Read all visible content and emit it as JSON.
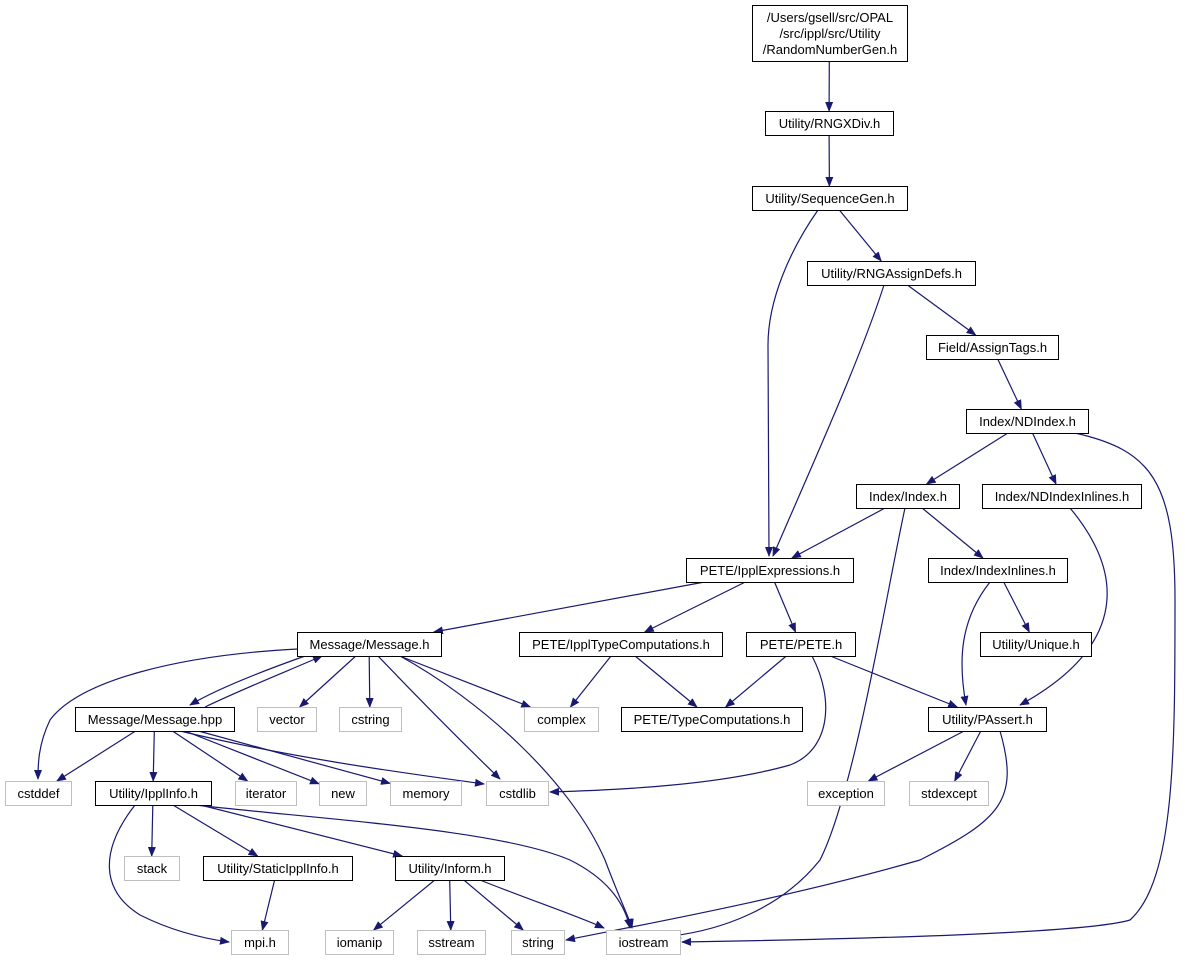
{
  "colors": {
    "edge": "#191970",
    "node_border": "#000000",
    "external_border": "#bfbfbf",
    "root_fill": "#bfbfbf",
    "node_fill": "#ffffff",
    "text": "#000000"
  },
  "nodes": {
    "root": {
      "lines": [
        "/Users/gsell/src/OPAL",
        "/src/ippl/src/Utility",
        "/RandomNumberGen.h"
      ]
    },
    "rngxdiv": {
      "label": "Utility/RNGXDiv.h"
    },
    "seqgen": {
      "label": "Utility/SequenceGen.h"
    },
    "rngassign": {
      "label": "Utility/RNGAssignDefs.h"
    },
    "assigntags": {
      "label": "Field/AssignTags.h"
    },
    "ndindex": {
      "label": "Index/NDIndex.h"
    },
    "index": {
      "label": "Index/Index.h"
    },
    "ndinline": {
      "label": "Index/NDIndexInlines.h"
    },
    "ipplexpr": {
      "label": "PETE/IpplExpressions.h"
    },
    "indexinline": {
      "label": "Index/IndexInlines.h"
    },
    "message": {
      "label": "Message/Message.h"
    },
    "ippltypecomp": {
      "label": "PETE/IpplTypeComputations.h"
    },
    "pete": {
      "label": "PETE/PETE.h"
    },
    "unique": {
      "label": "Utility/Unique.h"
    },
    "messagehpp": {
      "label": "Message/Message.hpp"
    },
    "vector": {
      "label": "vector"
    },
    "cstring": {
      "label": "cstring"
    },
    "complex": {
      "label": "complex"
    },
    "typecomp": {
      "label": "PETE/TypeComputations.h"
    },
    "passert": {
      "label": "Utility/PAssert.h"
    },
    "cstddef": {
      "label": "cstddef"
    },
    "ipplinfo": {
      "label": "Utility/IpplInfo.h"
    },
    "iterator": {
      "label": "iterator"
    },
    "new": {
      "label": "new"
    },
    "memory": {
      "label": "memory"
    },
    "cstdlib": {
      "label": "cstdlib"
    },
    "exception": {
      "label": "exception"
    },
    "stdexcept": {
      "label": "stdexcept"
    },
    "stack": {
      "label": "stack"
    },
    "staticippl": {
      "label": "Utility/StaticIpplInfo.h"
    },
    "inform": {
      "label": "Utility/Inform.h"
    },
    "mpi": {
      "label": "mpi.h"
    },
    "iomanip": {
      "label": "iomanip"
    },
    "sstream": {
      "label": "sstream"
    },
    "string": {
      "label": "string"
    },
    "iostream": {
      "label": "iostream"
    }
  },
  "edges": [
    [
      "root",
      "rngxdiv"
    ],
    [
      "rngxdiv",
      "seqgen"
    ],
    [
      "seqgen",
      "rngassign"
    ],
    [
      "seqgen",
      "ipplexpr"
    ],
    [
      "rngassign",
      "assigntags"
    ],
    [
      "rngassign",
      "ipplexpr"
    ],
    [
      "assigntags",
      "ndindex"
    ],
    [
      "ndindex",
      "index"
    ],
    [
      "ndindex",
      "ndinline"
    ],
    [
      "ndindex",
      "iostream"
    ],
    [
      "index",
      "ipplexpr"
    ],
    [
      "index",
      "indexinline"
    ],
    [
      "index",
      "iostream"
    ],
    [
      "ndinline",
      "passert"
    ],
    [
      "ipplexpr",
      "message"
    ],
    [
      "ipplexpr",
      "ippltypecomp"
    ],
    [
      "ipplexpr",
      "pete"
    ],
    [
      "indexinline",
      "unique"
    ],
    [
      "indexinline",
      "passert"
    ],
    [
      "message",
      "messagehpp"
    ],
    [
      "messagehpp",
      "message"
    ],
    [
      "message",
      "cstddef"
    ],
    [
      "message",
      "vector"
    ],
    [
      "message",
      "cstring"
    ],
    [
      "message",
      "complex"
    ],
    [
      "message",
      "cstdlib"
    ],
    [
      "message",
      "iostream"
    ],
    [
      "ippltypecomp",
      "complex"
    ],
    [
      "ippltypecomp",
      "typecomp"
    ],
    [
      "pete",
      "typecomp"
    ],
    [
      "pete",
      "passert"
    ],
    [
      "pete",
      "cstdlib"
    ],
    [
      "messagehpp",
      "cstddef"
    ],
    [
      "messagehpp",
      "ipplinfo"
    ],
    [
      "messagehpp",
      "iterator"
    ],
    [
      "messagehpp",
      "new"
    ],
    [
      "messagehpp",
      "memory"
    ],
    [
      "messagehpp",
      "cstdlib"
    ],
    [
      "passert",
      "exception"
    ],
    [
      "passert",
      "stdexcept"
    ],
    [
      "passert",
      "string"
    ],
    [
      "ipplinfo",
      "stack"
    ],
    [
      "ipplinfo",
      "staticippl"
    ],
    [
      "ipplinfo",
      "inform"
    ],
    [
      "ipplinfo",
      "mpi"
    ],
    [
      "ipplinfo",
      "iostream"
    ],
    [
      "staticippl",
      "mpi"
    ],
    [
      "inform",
      "iomanip"
    ],
    [
      "inform",
      "sstream"
    ],
    [
      "inform",
      "string"
    ],
    [
      "inform",
      "iostream"
    ]
  ]
}
